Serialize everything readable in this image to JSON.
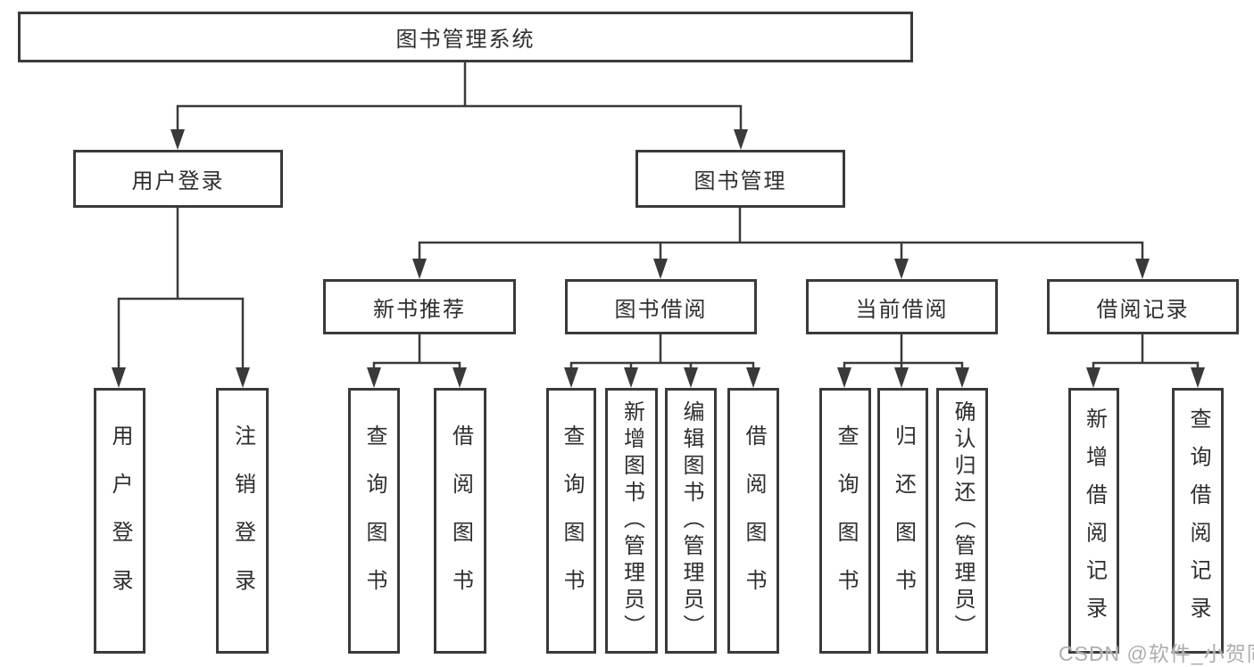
{
  "diagram_type": "hierarchy-tree",
  "tree": {
    "label": "图书管理系统",
    "children": [
      {
        "label": "用户登录",
        "children": [
          {
            "label": "用户登录"
          },
          {
            "label": "注销登录"
          }
        ]
      },
      {
        "label": "图书管理",
        "children": [
          {
            "label": "新书推荐",
            "children": [
              {
                "label": "查询图书"
              },
              {
                "label": "借阅图书"
              }
            ]
          },
          {
            "label": "图书借阅",
            "children": [
              {
                "label": "查询图书"
              },
              {
                "label": "新增图书（管理员）"
              },
              {
                "label": "编辑图书（管理员）"
              },
              {
                "label": "借阅图书"
              }
            ]
          },
          {
            "label": "当前借阅",
            "children": [
              {
                "label": "查询图书"
              },
              {
                "label": "归还图书"
              },
              {
                "label": "确认归还（管理员）"
              }
            ]
          },
          {
            "label": "借阅记录",
            "children": [
              {
                "label": "新增借阅记录"
              },
              {
                "label": "查询借阅记录"
              }
            ]
          }
        ]
      }
    ]
  },
  "watermark": {
    "text": "CSDN @软件_小贺同学"
  },
  "colors": {
    "line": "#3a3a3a",
    "box_border": "#3a3a3a",
    "text": "#2e2e2e",
    "background": "#ffffff",
    "watermark": "#aeaeae"
  }
}
